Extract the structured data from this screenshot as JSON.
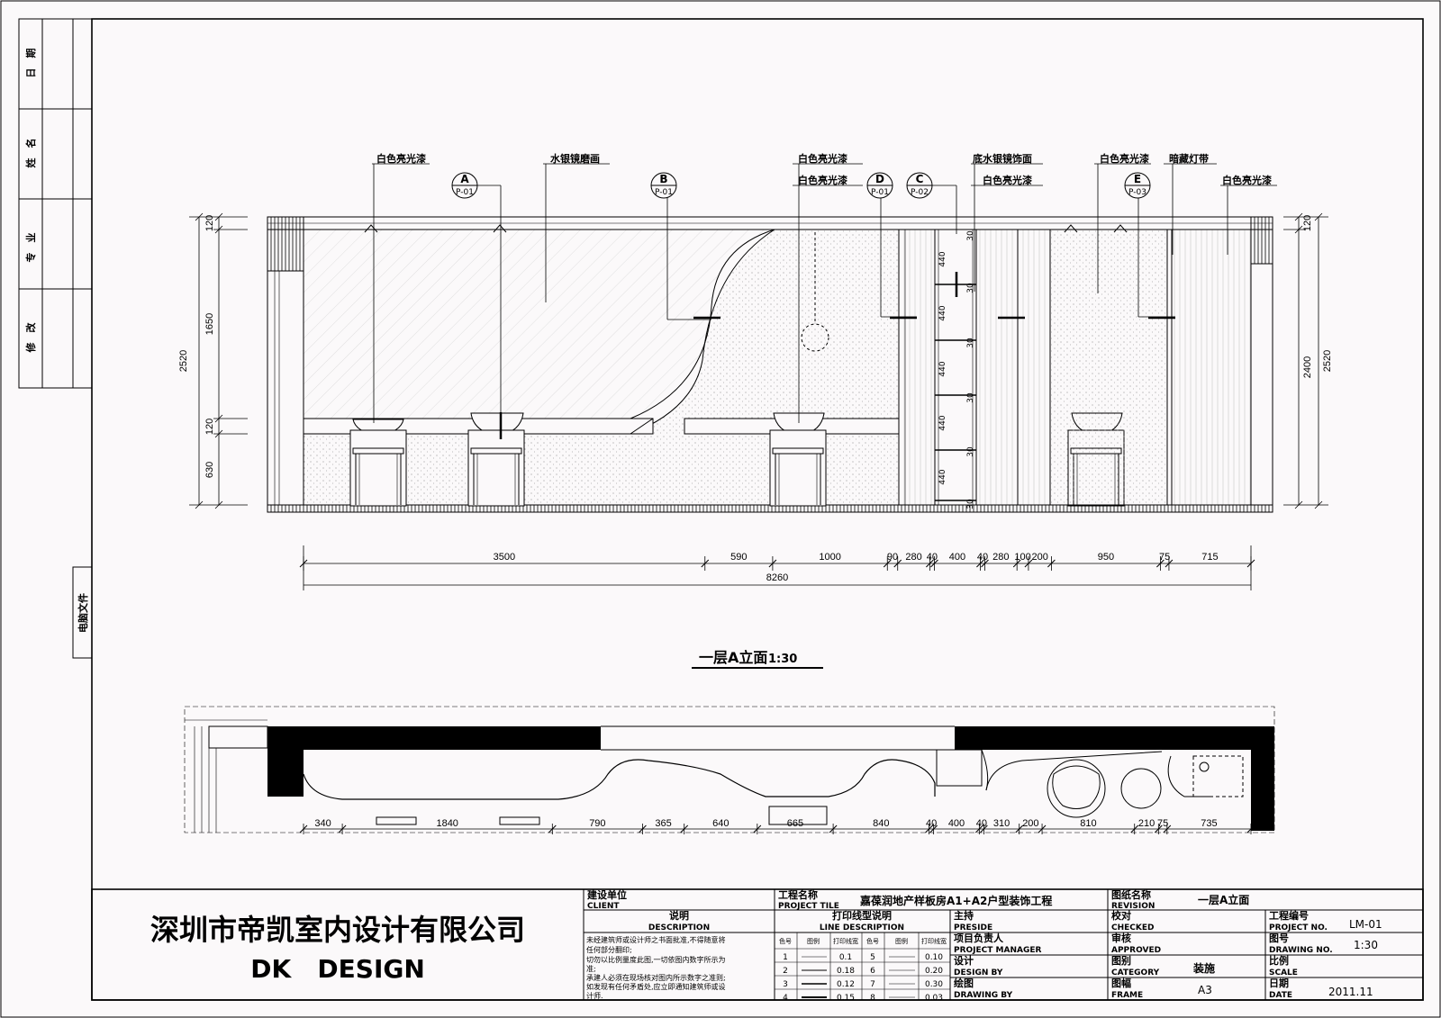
{
  "revision_column": {
    "date": "日　期",
    "name": "姓　名",
    "discipline": "专　业",
    "revision": "修　改",
    "computer_file": "电脑文件"
  },
  "material_labels": {
    "white_gloss_1": "白色亮光漆",
    "mercury_mirror": "水银镜磨画",
    "white_gloss_2": "白色亮光漆",
    "white_gloss_3": "白色亮光漆",
    "mirror_decor": "底水银镜饰面",
    "white_gloss_4": "白色亮光漆",
    "white_gloss_5": "白色亮光漆",
    "hidden_light": "暗藏灯带",
    "white_gloss_6": "白色亮光漆"
  },
  "section_markers": [
    {
      "letter": "A",
      "ref": "P-01"
    },
    {
      "letter": "B",
      "ref": "P-01"
    },
    {
      "letter": "D",
      "ref": "P-01"
    },
    {
      "letter": "C",
      "ref": "P-02"
    },
    {
      "letter": "E",
      "ref": "P-03"
    }
  ],
  "left_dims": {
    "total": "2520",
    "d1": "120",
    "d2": "1650",
    "d3": "120",
    "d4": "630"
  },
  "right_dims": {
    "total": "2520",
    "d1": "120",
    "d2": "2400"
  },
  "shelf_dims": {
    "s1": "440",
    "s2": "440",
    "s3": "440",
    "s4": "440",
    "s5": "440",
    "g1": "30",
    "g2": "30",
    "g3": "30",
    "g4": "30",
    "g5": "30",
    "g6": "30"
  },
  "elevation_dims": [
    "3500",
    "590",
    "1000",
    "90",
    "280",
    "40",
    "400",
    "40",
    "280",
    "100",
    "200",
    "950",
    "75",
    "715"
  ],
  "elevation_total": "8260",
  "elevation_title": "一层A立面",
  "elevation_scale": "1:30",
  "plan_dims": [
    "340",
    "1840",
    "790",
    "365",
    "640",
    "665",
    "840",
    "40",
    "400",
    "40",
    "310",
    "200",
    "810",
    "210",
    "75",
    "735"
  ],
  "title_block": {
    "company_cn": "深圳市帝凯室内设计有限公司",
    "company_en": "DK   DESIGN",
    "client_cn": "建设单位",
    "client_en": "CLIENT",
    "description_cn": "说明",
    "description_en": "DESCRIPTION",
    "notes": [
      "未经建筑师或设计师之书面批准,不得随意将",
      "任何部分翻印;",
      "切勿以比例量度此图,一切依图内数字所示为",
      "准;",
      "承建人必须在现场核对图内所示数字之准则;",
      "如发现有任何矛盾处,应立即通知建筑师或设",
      "计师."
    ],
    "project_title_cn": "工程名称",
    "project_title_en": "PROJECT TILE",
    "project_name": "嘉葆润地产样板房A1+A2户型装饰工程",
    "line_desc_cn": "打印线型说明",
    "line_desc_en": "LINE DESCRIPTION",
    "line_headers": [
      "色号",
      "图例",
      "打印线宽",
      "色号",
      "图例",
      "打印线宽"
    ],
    "line_rows": [
      [
        "1",
        "0.1",
        "5",
        "0.10"
      ],
      [
        "2",
        "0.18",
        "6",
        "0.20"
      ],
      [
        "3",
        "0.12",
        "7",
        "0.30"
      ],
      [
        "4",
        "0.15",
        "8",
        "0.03"
      ]
    ],
    "preside_cn": "主持",
    "preside_en": "PRESIDE",
    "pm_cn": "项目负责人",
    "pm_en": "PROJECT MANAGER",
    "design_cn": "设计",
    "design_en": "DESIGN BY",
    "drawing_cn": "绘图",
    "drawing_en": "DRAWING BY",
    "revision_cn": "图纸名称",
    "revision_en": "REVISION",
    "revision_value": "一层A立面",
    "checked_cn": "校对",
    "checked_en": "CHECKED",
    "approved_cn": "审核",
    "approved_en": "APPROVED",
    "category_cn": "图别",
    "category_en": "CATEGORY",
    "category_value": "装施",
    "frame_cn": "图幅",
    "frame_en": "FRAME",
    "frame_value": "A3",
    "project_no_cn": "工程编号",
    "project_no_en": "PROJECT NO.",
    "project_no_value": "LM-01",
    "drawing_no_cn": "图号",
    "drawing_no_en": "DRAWING NO.",
    "drawing_no_value": "1:30",
    "scale_cn": "比例",
    "scale_en": "SCALE",
    "date_cn": "日期",
    "date_en": "DATE",
    "date_value": "2011.11"
  }
}
